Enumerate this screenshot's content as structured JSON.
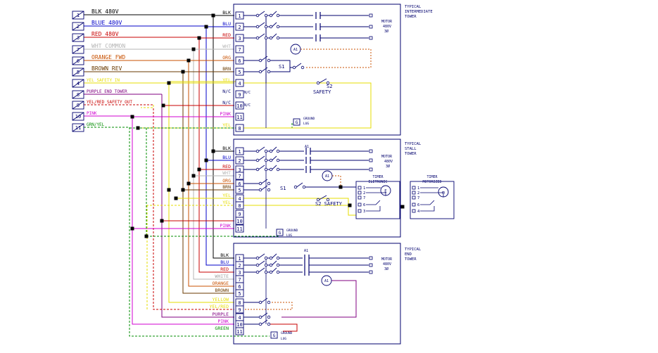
{
  "colors": {
    "blk": "#000000",
    "blu": "#0000c8",
    "red": "#c80000",
    "wht": "#b4b4b4",
    "org": "#c85000",
    "brn": "#6a3a00",
    "yel": "#e6dc00",
    "purple": "#800080",
    "pink": "#d000d0",
    "grn": "#008c00",
    "box": "#00006e",
    "white_label": "#a0a0a0"
  },
  "left_terminals": [
    {
      "num": "1",
      "label": "BLK 480V",
      "color": "blk"
    },
    {
      "num": "2",
      "label": "BLUE 480V",
      "color": "blu"
    },
    {
      "num": "3",
      "label": "RED 480V",
      "color": "red"
    },
    {
      "num": "7",
      "label": "WHT COMMON",
      "color": "wht"
    },
    {
      "num": "6",
      "label": "ORANGE FWD",
      "color": "org"
    },
    {
      "num": "5",
      "label": "BROWN REV",
      "color": "brn"
    },
    {
      "num": "4",
      "label": "YEL SAFETY IN",
      "color": "yel"
    },
    {
      "num": "8",
      "label": "PURPLE END TOWER",
      "color": "purple"
    },
    {
      "num": "9",
      "label": "YEL/RED SAFETY OUT",
      "color": "red"
    },
    {
      "num": "10",
      "label": "PINK",
      "color": "pink"
    },
    {
      "num": "11",
      "label": "GRN/YEL",
      "color": "grn"
    }
  ],
  "towers": [
    {
      "title_lines": [
        "TYPICAL",
        "INTERMEDIATE",
        "TOWER"
      ],
      "terminals": [
        {
          "num": "1",
          "label": "BLK"
        },
        {
          "num": "2",
          "label": "BLU"
        },
        {
          "num": "3",
          "label": "RED"
        },
        {
          "num": "7",
          "label": "WHT"
        },
        {
          "num": "6",
          "label": "ORG"
        },
        {
          "num": "5",
          "label": "BRN"
        },
        {
          "num": "4",
          "label": "YEL"
        },
        {
          "num": "9",
          "label": "N/C"
        },
        {
          "num": "10",
          "label": "N/C"
        },
        {
          "num": "11",
          "label": "PINK"
        },
        {
          "num": "8",
          "label": "YEL"
        }
      ],
      "motor_lines": [
        "MOTOR",
        "480V",
        "3Ø"
      ],
      "meter_label": "A1",
      "switch1_label": "S1",
      "switch2_label": "S2",
      "safety_label": "SAFETY",
      "ground_letter": "G",
      "ground_lines": [
        "GROUND",
        "LUG"
      ]
    },
    {
      "title_lines": [
        "TYPICAL",
        "STALL",
        "TOWER"
      ],
      "terminals": [
        {
          "num": "1",
          "label": "BLK"
        },
        {
          "num": "2",
          "label": "BLU"
        },
        {
          "num": "3",
          "label": "RED"
        },
        {
          "num": "7",
          "label": "WHT"
        },
        {
          "num": "6",
          "label": "ORG"
        },
        {
          "num": "5",
          "label": "BRN"
        },
        {
          "num": "4",
          "label": "YEL"
        },
        {
          "num": "8",
          "label": "YEL"
        },
        {
          "num": "9",
          "label": ""
        },
        {
          "num": "10",
          "label": ""
        },
        {
          "num": "11",
          "label": "PINK"
        }
      ],
      "motor_lines": [
        "MOTOR",
        "480V",
        "3Ø"
      ],
      "coil_label": "A1",
      "meter_label": "A1",
      "switch1_label": "S1",
      "switch2_label": "S2 SAFETY",
      "ground_letter": "G",
      "ground_lines": [
        "GROUND",
        "LUG"
      ],
      "timer1": {
        "title_lines": [
          "TIMER",
          "ELETRONIC"
        ],
        "pins": [
          "1",
          "2",
          "7",
          "6",
          "3"
        ],
        "symbol": "E"
      },
      "timer2": {
        "title_lines": [
          "TIMER",
          "MOTORIZED"
        ],
        "pins": [
          "1",
          "2",
          "7",
          "6",
          "4"
        ],
        "symbol": "m"
      }
    },
    {
      "title_lines": [
        "TYPICAL",
        "END",
        "TOWER"
      ],
      "terminals": [
        {
          "num": "1",
          "label": "BLK"
        },
        {
          "num": "2",
          "label": "BLU"
        },
        {
          "num": "3",
          "label": "RED"
        },
        {
          "num": "7",
          "label": "WHITE"
        },
        {
          "num": "6",
          "label": "ORANGE"
        },
        {
          "num": "5",
          "label": "BROWN"
        },
        {
          "num": "8",
          "label": "YELLOW"
        },
        {
          "num": "9",
          "label": "YEL/RED"
        },
        {
          "num": "4",
          "label": "PURPLE"
        },
        {
          "num": "10",
          "label": "PINK"
        },
        {
          "num": "11",
          "label": "GREEN"
        }
      ],
      "motor_lines": [
        "MOTOR",
        "480V",
        "3Ø"
      ],
      "coil_label": "A1",
      "meter_label": "A1",
      "ground_letter": "G",
      "ground_lines": [
        "GROUND",
        "LUG"
      ]
    }
  ]
}
